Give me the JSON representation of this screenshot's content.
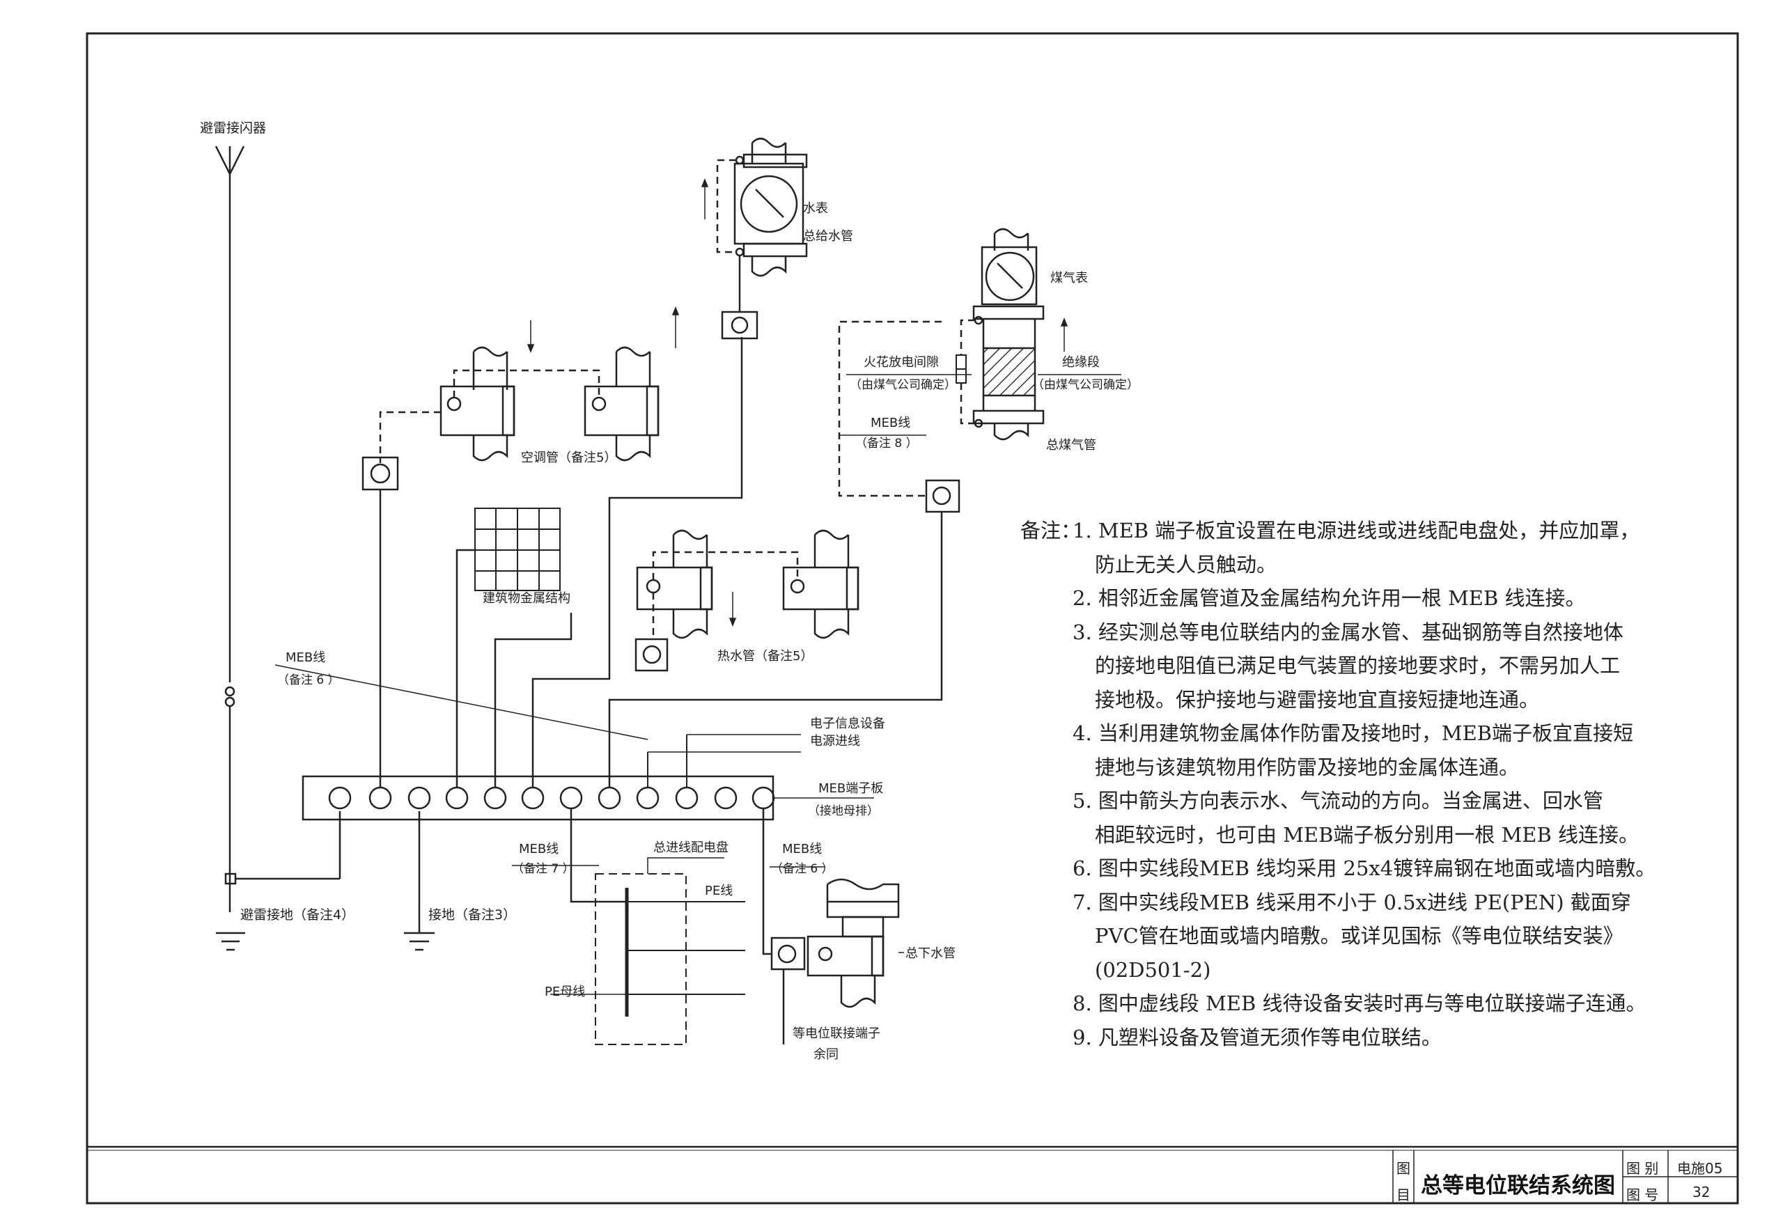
{
  "labels": {
    "lightning_rod": "避雷接闪器",
    "water_meter": "水表",
    "main_water_supply": "总给水管",
    "gas_meter": "煤气表",
    "spark_gap": "火花放电间隙",
    "spark_gap_note": "（由煤气公司确定）",
    "insulation_section": "绝缘段",
    "insulation_note": "（由煤气公司确定）",
    "meb_line_8": "MEB线",
    "meb_line_8_note": "（备注 8 ）",
    "main_gas_pipe": "总煤气管",
    "ac_pipe": "空调管（备注5）",
    "building_metal": "建筑物金属结构",
    "hot_water_pipe": "热水管（备注5）",
    "meb_line_6a": "MEB线",
    "meb_line_6a_note": "（备注 6 ）",
    "electronic_info": "电子信息设备",
    "power_incoming": "电源进线",
    "meb_terminal": "MEB端子板",
    "meb_terminal_note": "（接地母排）",
    "meb_line_7": "MEB线",
    "meb_line_7_note": "（备注 7 ）",
    "main_panel": "总进线配电盘",
    "meb_line_6b": "MEB线",
    "meb_line_6b_note": "（备注 6 ）",
    "pe_line": "PE线",
    "pe_bus": "PE母线",
    "main_drain": "总下水管",
    "eq_terminal": "等电位联接端子",
    "eq_terminal_same": "余同",
    "lightning_ground": "避雷接地（备注4）",
    "ground": "接地（备注3）"
  },
  "notes": {
    "prefix": "备注：",
    "items": [
      [
        "1. MEB  端子板宜设置在电源进线或进线配电盘处，并应加罩，",
        "防止无关人员触动。"
      ],
      [
        "2. 相邻近金属管道及金属结构允许用一根 MEB 线连接。"
      ],
      [
        "3. 经实测总等电位联结内的金属水管、基础钢筋等自然接地体",
        "的接地电阻值已满足电气装置的接地要求时，不需另加人工",
        "接地极。保护接地与避雷接地宜直接短捷地连通。"
      ],
      [
        "4. 当利用建筑物金属体作防雷及接地时，MEB端子板宜直接短",
        "捷地与该建筑物用作防雷及接地的金属体连通。"
      ],
      [
        "5. 图中箭头方向表示水、气流动的方向。当金属进、回水管",
        "相距较远时，也可由 MEB端子板分别用一根 MEB 线连接。"
      ],
      [
        "6. 图中实线段MEB 线均采用 25x4镀锌扁钢在地面或墙内暗敷。"
      ],
      [
        "7. 图中实线段MEB 线采用不小于 0.5x进线 PE(PEN) 截面穿",
        "PVC管在地面或墙内暗敷。或详见国标《等电位联结安装》",
        "(02D501-2)"
      ],
      [
        "8. 图中虚线段 MEB 线待设备安装时再与等电位联接端子连通。"
      ],
      [
        "9. 凡塑料设备及管道无须作等电位联结。"
      ]
    ]
  },
  "title_block": {
    "title": "总等电位联结系统图",
    "tu_mu_1": "图",
    "tu_mu_2": "目",
    "tu_bie_label": "图 别",
    "tu_bie_value": "电施05",
    "tu_hao_label": "图 号",
    "tu_hao_value": "32"
  }
}
